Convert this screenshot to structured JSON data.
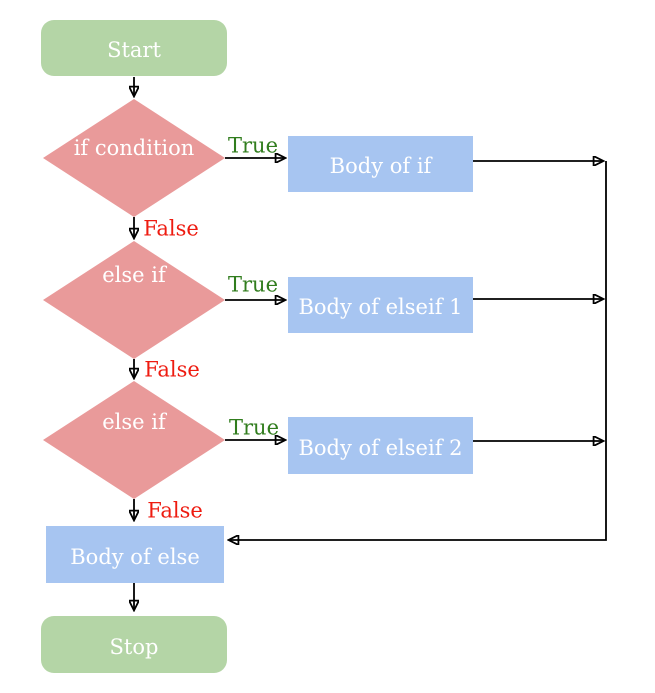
{
  "diagram": {
    "type": "flowchart",
    "colors": {
      "terminal_fill": "#b4d5a6",
      "decision_fill": "#e99a9a",
      "process_fill": "#a7c5f1",
      "true_label": "#317d1e",
      "false_label": "#ee1b10",
      "node_text": "#ffffff",
      "line": "#000000"
    },
    "nodes": {
      "start": {
        "label": "Start",
        "type": "terminal"
      },
      "if_condition": {
        "label": "if condition",
        "type": "decision"
      },
      "body_if": {
        "label": "Body of if",
        "type": "process"
      },
      "else_if_1": {
        "label": "else if",
        "type": "decision"
      },
      "body_elseif_1": {
        "label": "Body of elseif 1",
        "type": "process"
      },
      "else_if_2": {
        "label": "else if",
        "type": "decision"
      },
      "body_elseif_2": {
        "label": "Body of elseif 2",
        "type": "process"
      },
      "body_else": {
        "label": "Body of else",
        "type": "process"
      },
      "stop": {
        "label": "Stop",
        "type": "terminal"
      }
    },
    "edge_labels": {
      "true_1": "True",
      "false_1": "False",
      "true_2": "True",
      "false_2": "False",
      "true_3": "True",
      "false_3": "False"
    }
  }
}
